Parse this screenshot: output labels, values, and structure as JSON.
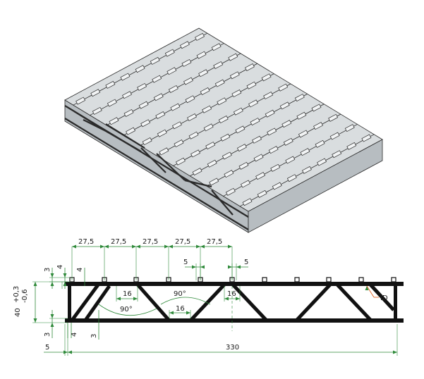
{
  "dimensions": {
    "pitch_labels": [
      "27,5",
      "27,5",
      "27,5",
      "27,5",
      "27,5"
    ],
    "gap_left": "5",
    "gap_right": "5",
    "rib_height_left": "3",
    "rib_height_right": "4",
    "bottom_left_3": "3",
    "bottom_left_4": "4",
    "bottom_mid_3": "3",
    "web_16_a": "16",
    "web_16_b": "16",
    "web_16_c": "16",
    "angle_a": "90°",
    "angle_b": "90°",
    "height": "40",
    "tolerance_upper": "+0,3",
    "tolerance_lower": "-0,6",
    "offset_5": "5",
    "total_length": "330",
    "id_label": "ID"
  },
  "colors": {
    "dimension": "#2f8a3a",
    "leader": "#e06020",
    "profile": "#111111"
  }
}
